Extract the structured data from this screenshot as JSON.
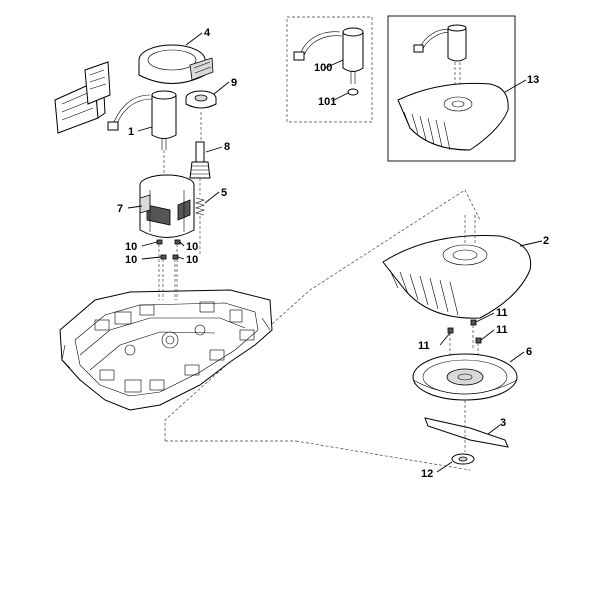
{
  "callouts": [
    {
      "id": "c1",
      "text": "1"
    },
    {
      "id": "c2",
      "text": "2"
    },
    {
      "id": "c3",
      "text": "3"
    },
    {
      "id": "c4",
      "text": "4"
    },
    {
      "id": "c5",
      "text": "5"
    },
    {
      "id": "c6",
      "text": "6"
    },
    {
      "id": "c7",
      "text": "7"
    },
    {
      "id": "c8",
      "text": "8"
    },
    {
      "id": "c9",
      "text": "9"
    },
    {
      "id": "c10a",
      "text": "10"
    },
    {
      "id": "c10b",
      "text": "10"
    },
    {
      "id": "c10c",
      "text": "10"
    },
    {
      "id": "c10d",
      "text": "10"
    },
    {
      "id": "c11a",
      "text": "11"
    },
    {
      "id": "c11b",
      "text": "11"
    },
    {
      "id": "c11c",
      "text": "11"
    },
    {
      "id": "c12",
      "text": "12"
    },
    {
      "id": "c13",
      "text": "13"
    },
    {
      "id": "c100",
      "text": "100"
    },
    {
      "id": "c101",
      "text": "101"
    }
  ]
}
